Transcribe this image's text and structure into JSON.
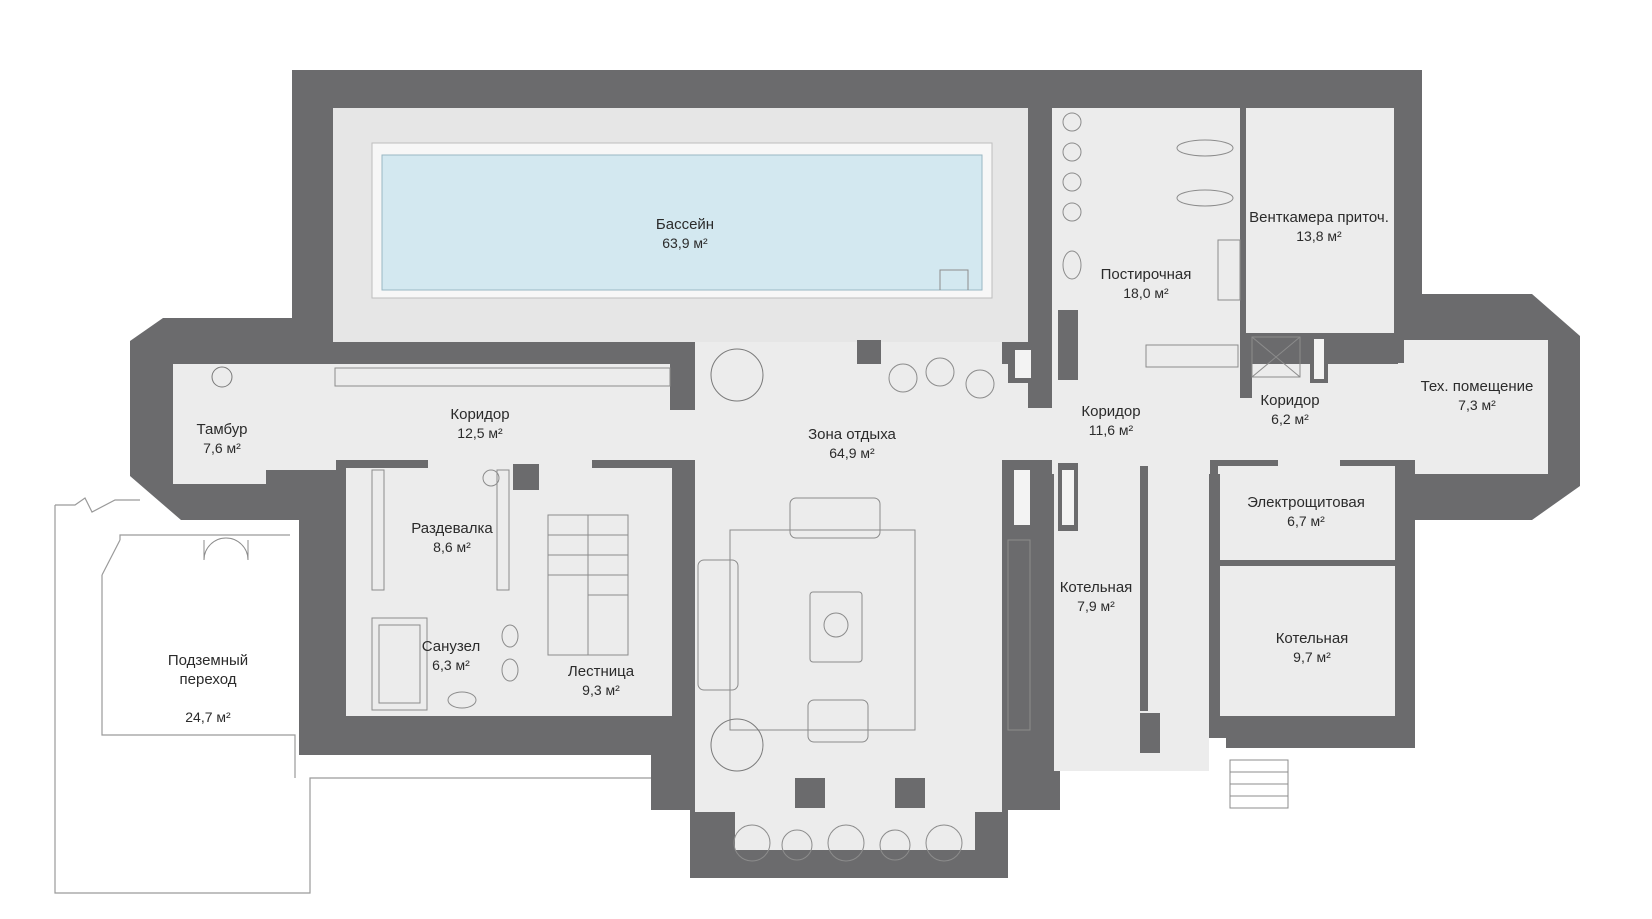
{
  "colors": {
    "wall": "#6b6b6d",
    "floor": "#ececec",
    "floor_light": "#f3f3f3",
    "water": "#d3e8f0",
    "line": "#8c8c8c",
    "text": "#2b2b2b"
  },
  "rooms": [
    {
      "id": "pool",
      "name": "Бассейн",
      "area": "63,9 м²"
    },
    {
      "id": "sauna",
      "name": "Постирочная",
      "area": "18,0 м²"
    },
    {
      "id": "vent",
      "name": "Венткамера приточ.",
      "area": "13,8 м²"
    },
    {
      "id": "tambur",
      "name": "Тамбур",
      "area": "7,6 м²"
    },
    {
      "id": "corridor1",
      "name": "Коридор",
      "area": "12,5 м²"
    },
    {
      "id": "lounge",
      "name": "Зона отдыха",
      "area": "64,9 м²"
    },
    {
      "id": "corridor2",
      "name": "Коридор",
      "area": "11,6 м²"
    },
    {
      "id": "corridor3",
      "name": "Коридор",
      "area": "6,2 м²"
    },
    {
      "id": "tech",
      "name": "Тех. помещение",
      "area": "7,3 м²"
    },
    {
      "id": "dressing",
      "name": "Раздевалка",
      "area": "8,6 м²"
    },
    {
      "id": "electric",
      "name": "Электрощитовая",
      "area": "6,7 м²"
    },
    {
      "id": "boiler1",
      "name": "Котельная",
      "area": "7,9 м²"
    },
    {
      "id": "passage",
      "name": "Подземный\nпереход",
      "area": "24,7 м²"
    },
    {
      "id": "bath",
      "name": "Санузел",
      "area": "6,3 м²"
    },
    {
      "id": "stairs",
      "name": "Лестница",
      "area": "9,3 м²"
    },
    {
      "id": "boiler2",
      "name": "Котельная",
      "area": "9,7 м²"
    }
  ]
}
